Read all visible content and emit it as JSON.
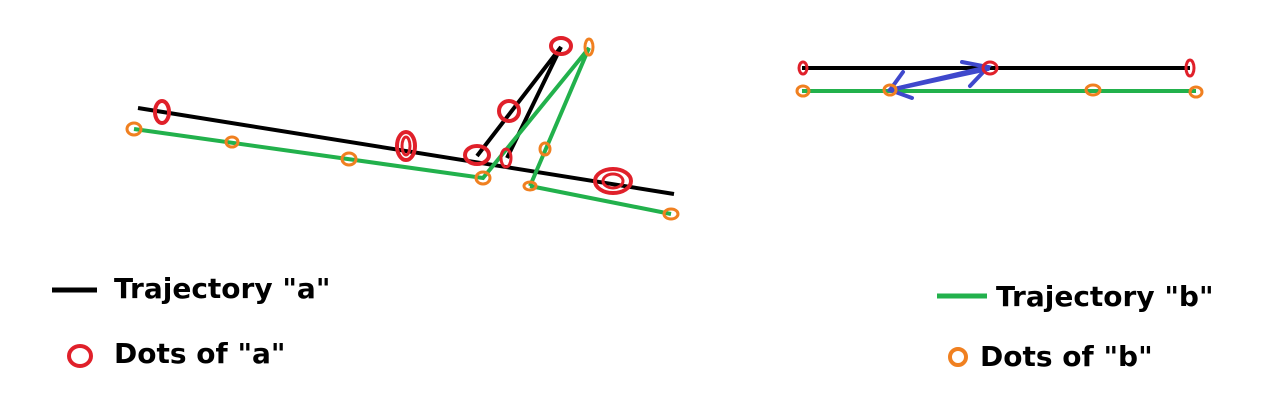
{
  "colors": {
    "trajectory_a": "#000000",
    "dots_a": "#e0202a",
    "trajectory_b": "#22b14c",
    "dots_b": "#f08020",
    "arrow": "#3f48cc"
  },
  "legend": {
    "trajectory_a": "Trajectory \"a\"",
    "dots_a": "Dots of \"a\"",
    "trajectory_b": "Trajectory \"b\"",
    "dots_b": "Dots of \"b\""
  }
}
